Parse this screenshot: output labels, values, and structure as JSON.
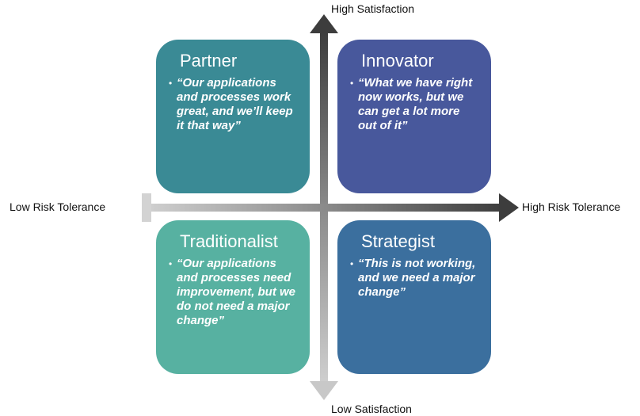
{
  "axes": {
    "top_label": "High Satisfaction",
    "bottom_label": "Low Satisfaction",
    "left_label": "Low Risk Tolerance",
    "right_label": "High Risk Tolerance"
  },
  "quadrants": {
    "partner": {
      "title": "Partner",
      "quote": "“Our applications and processes work great, and we’ll keep it that way”",
      "color": "#3a8a95"
    },
    "innovator": {
      "title": "Innovator",
      "quote": "“What we have right now works, but we can get a lot more out of it”",
      "color": "#48589c"
    },
    "traditionalist": {
      "title": "Traditionalist",
      "quote": "“Our applications and processes need improvement, but we do not need a major change”",
      "color": "#57b1a1"
    },
    "strategist": {
      "title": "Strategist",
      "quote": "“This is not working, and we need a major change”",
      "color": "#3b6f9e"
    }
  },
  "bullet_char": "•",
  "colors": {
    "axis_dark": "#3d3d3d",
    "axis_light": "#cfcfcf"
  }
}
